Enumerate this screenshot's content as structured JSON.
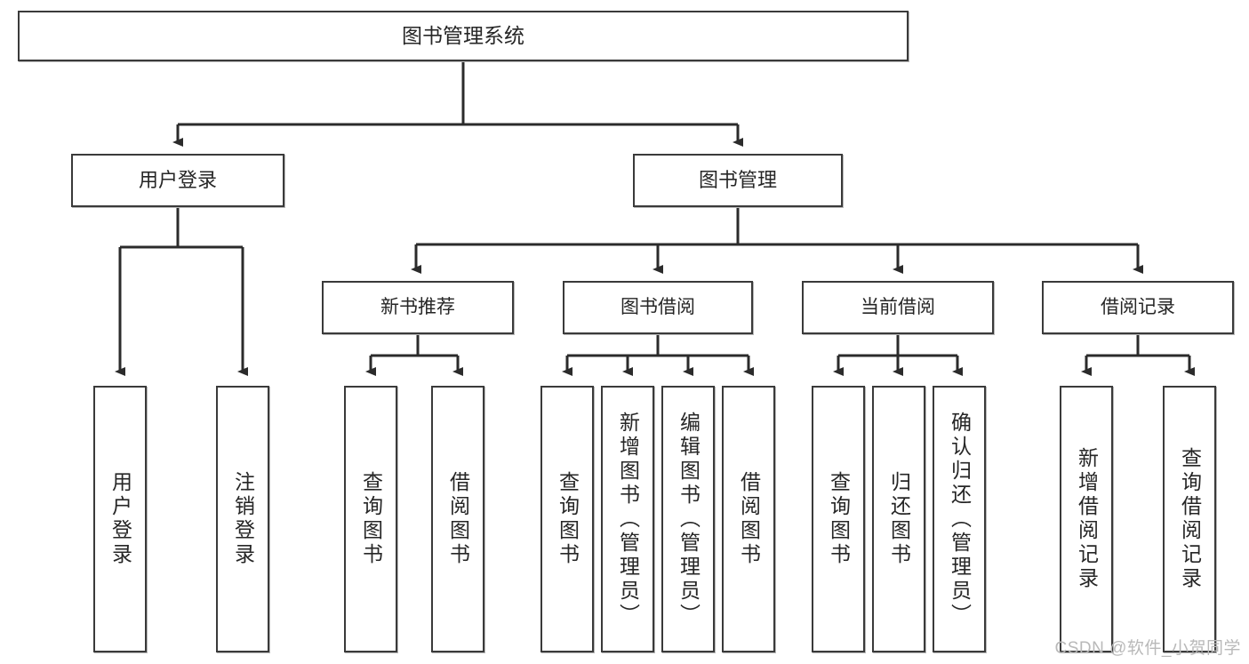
{
  "diagram": {
    "title": "图书管理系统",
    "type": "tree-hierarchy-diagram",
    "root": {
      "id": "root",
      "label": "图书管理系统"
    },
    "level2": [
      {
        "id": "user-login",
        "label": "用户登录"
      },
      {
        "id": "book-manage",
        "label": "图书管理"
      }
    ],
    "level3": [
      {
        "id": "new-book-recommend",
        "label": "新书推荐",
        "parent": "book-manage"
      },
      {
        "id": "book-borrow",
        "label": "图书借阅",
        "parent": "book-manage"
      },
      {
        "id": "current-borrow",
        "label": "当前借阅",
        "parent": "book-manage"
      },
      {
        "id": "borrow-record",
        "label": "借阅记录",
        "parent": "book-manage"
      }
    ],
    "leaves": [
      {
        "id": "leaf-user-login",
        "label": "用户登录",
        "parent": "user-login"
      },
      {
        "id": "leaf-user-logout",
        "label": "注销登录",
        "parent": "user-login"
      },
      {
        "id": "leaf-query-book-1",
        "label": "查询图书",
        "parent": "new-book-recommend"
      },
      {
        "id": "leaf-borrow-book-1",
        "label": "借阅图书",
        "parent": "new-book-recommend"
      },
      {
        "id": "leaf-query-book-2",
        "label": "查询图书",
        "parent": "book-borrow"
      },
      {
        "id": "leaf-add-book",
        "label": "新增图书（管理员）",
        "parent": "book-borrow"
      },
      {
        "id": "leaf-edit-book",
        "label": "编辑图书（管理员）",
        "parent": "book-borrow"
      },
      {
        "id": "leaf-borrow-book-2",
        "label": "借阅图书",
        "parent": "book-borrow"
      },
      {
        "id": "leaf-query-book-3",
        "label": "查询图书",
        "parent": "current-borrow"
      },
      {
        "id": "leaf-return-book",
        "label": "归还图书",
        "parent": "current-borrow"
      },
      {
        "id": "leaf-confirm-return",
        "label": "确认归还（管理员）",
        "parent": "current-borrow"
      },
      {
        "id": "leaf-add-record",
        "label": "新增借阅记录",
        "parent": "borrow-record"
      },
      {
        "id": "leaf-query-record",
        "label": "查询借阅记录",
        "parent": "borrow-record"
      }
    ]
  },
  "watermark": {
    "text": "CSDN @软件_小贺同学"
  },
  "colors": {
    "box_border": "#3a3a3a",
    "box_fill": "#ffffff",
    "connector": "#2b2b2b",
    "text": "#262626",
    "watermark": "#b9b9b9",
    "background": "#ffffff"
  }
}
